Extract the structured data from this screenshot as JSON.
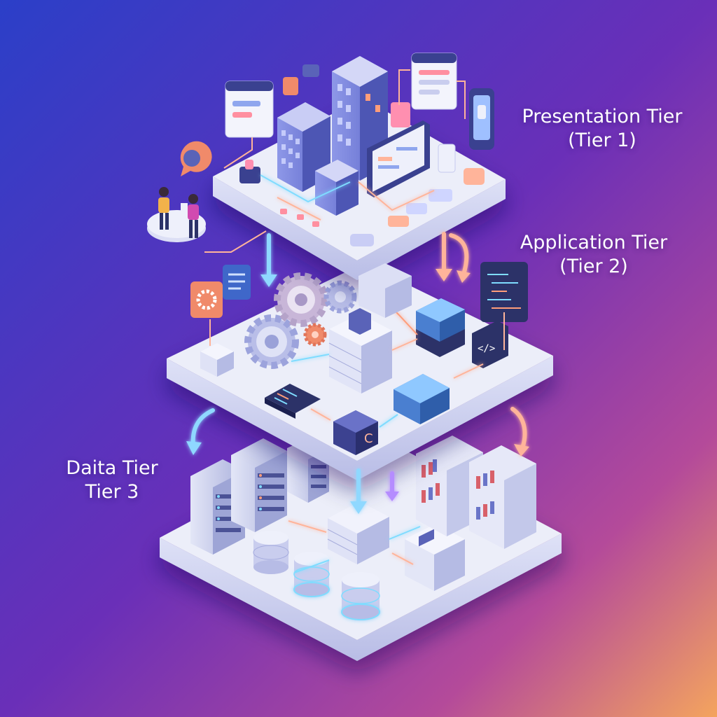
{
  "labels": {
    "presentation": {
      "line1": "Presentation Tier",
      "line2": "(Tier 1)"
    },
    "application": {
      "line1": "Application Tier",
      "line2": "(Tier 2)"
    },
    "data": {
      "line1": "Daita Tier",
      "line2": "Tier 3"
    }
  },
  "colors": {
    "background_top_left": "#2b3fc8",
    "background_mid": "#6a2fb8",
    "background_bottom_right": "#f4a45e",
    "platform_top": "#eceef9",
    "platform_side": "#cfd3ee",
    "accent_cyan": "#7fdcff",
    "accent_peach": "#ffb49a",
    "accent_violet": "#b58cff"
  },
  "icons": [
    "person-icon",
    "chat-bubble-icon",
    "building-icon",
    "browser-window-icon",
    "smartphone-icon",
    "monitor-icon",
    "gear-icon",
    "code-window-icon",
    "server-rack-icon",
    "database-icon",
    "bookshelf-icon",
    "container-icon"
  ]
}
